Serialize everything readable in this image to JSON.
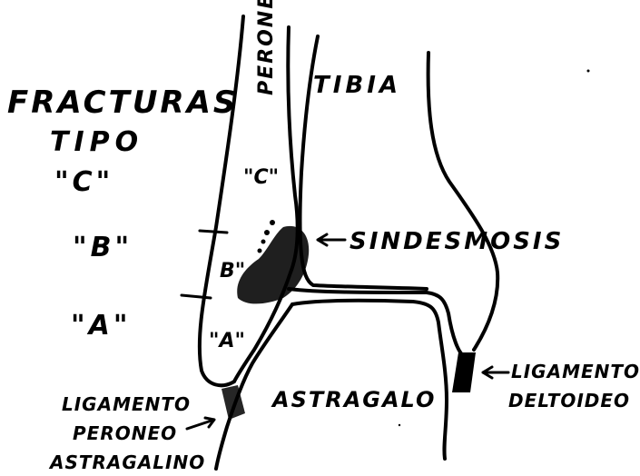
{
  "title_line1": "FRACTURAS",
  "title_line2": "TIPO",
  "types": {
    "c": "\"C\"",
    "b": "\"B\"",
    "a": "\"A\""
  },
  "bone_labels": {
    "perone": "PERONE",
    "tibia": "TIBIA",
    "astragalo": "ASTRAGALO"
  },
  "zone_labels": {
    "c": "\"C\"",
    "b": "B\"",
    "a": "\"A\""
  },
  "sindesmosis": "SINDESMOSIS",
  "ligamento_peroneo": [
    "LIGAMENTO",
    "PERONEO",
    "ASTRAGALINO"
  ],
  "ligamento_deltoideo": [
    "LIGAMENTO",
    "DELTOIDEO"
  ],
  "colors": {
    "ink": "#000000",
    "paper": "#ffffff"
  }
}
